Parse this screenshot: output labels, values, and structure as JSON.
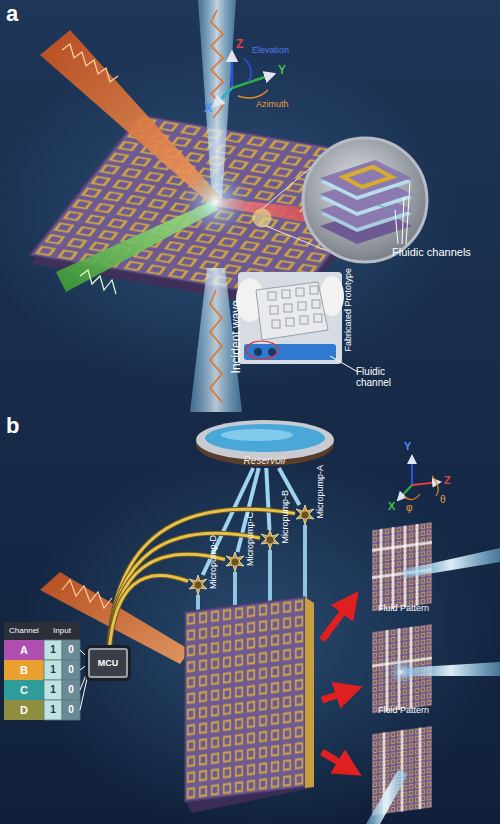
{
  "diagram": {
    "nodes": [
      {
        "text": [
          "Reservoir"
        ]
      },
      {
        "text": [
          "Micropump-A"
        ]
      },
      {
        "text": [
          "Micropump-B"
        ]
      },
      {
        "text": [
          "Micropump-C"
        ]
      },
      {
        "text": [
          "Micropump-D"
        ]
      },
      {
        "text": [
          "MCU"
        ]
      }
    ],
    "edges": [
      {
        "from": 0,
        "to": 1,
        "arrow": "none"
      },
      {
        "from": 0,
        "to": 2,
        "arrow": "none"
      },
      {
        "from": 0,
        "to": 3,
        "arrow": "none"
      },
      {
        "from": 0,
        "to": 4,
        "arrow": "none"
      },
      {
        "from": 5,
        "to": 1,
        "arrow": "none"
      },
      {
        "from": 5,
        "to": 2,
        "arrow": "none"
      },
      {
        "from": 5,
        "to": 3,
        "arrow": "none"
      },
      {
        "from": 5,
        "to": 4,
        "arrow": "none"
      }
    ],
    "labels": [
      "a",
      "Z",
      "Y",
      "X",
      "Elevation",
      "Azimuth",
      "Fluidic channels",
      "Incident wave",
      "Fabricated Prototype",
      "Fluidic channel",
      "b",
      "Channel",
      "Input",
      "A",
      "1",
      "0",
      "B",
      "1",
      "0",
      "C",
      "1",
      "0",
      "D",
      "1",
      "0",
      "Y",
      "Z",
      "X",
      "φ",
      "θ",
      "Fluid Pattern",
      "Fluid Pattern"
    ]
  }
}
